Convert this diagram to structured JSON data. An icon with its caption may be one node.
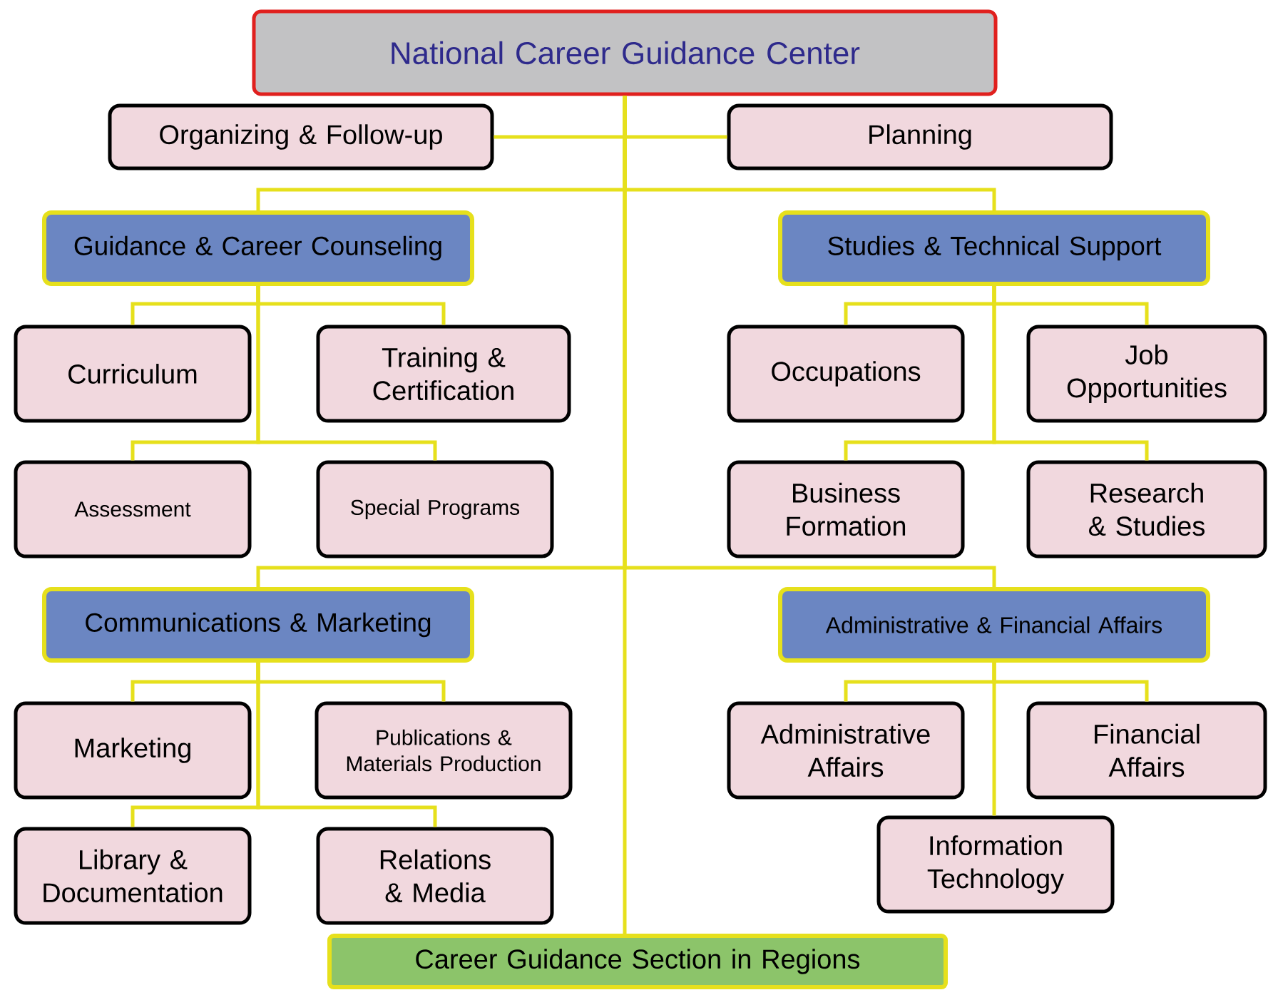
{
  "diagram": {
    "nodes": [
      {
        "text": [
          "National Career Guidance Center"
        ]
      },
      {
        "text": [
          "Organizing & Follow-up"
        ]
      },
      {
        "text": [
          "Planning"
        ]
      },
      {
        "text": [
          "Guidance & Career Counseling"
        ]
      },
      {
        "text": [
          "Studies & Technical Support"
        ]
      },
      {
        "text": [
          "Curriculum"
        ]
      },
      {
        "text": [
          "Training & Certification"
        ]
      },
      {
        "text": [
          "Assessment"
        ]
      },
      {
        "text": [
          "Special Programs"
        ]
      },
      {
        "text": [
          "Occupations"
        ]
      },
      {
        "text": [
          "Job Opportunities"
        ]
      },
      {
        "text": [
          "Business Formation"
        ]
      },
      {
        "text": [
          "Research & Studies"
        ]
      },
      {
        "text": [
          "Communications & Marketing"
        ]
      },
      {
        "text": [
          "Administrative & Financial Affairs"
        ]
      },
      {
        "text": [
          "Marketing"
        ]
      },
      {
        "text": [
          "Publications & Materials Production"
        ]
      },
      {
        "text": [
          "Library & Documentation"
        ]
      },
      {
        "text": [
          "Relations & Media"
        ]
      },
      {
        "text": [
          "Administrative Affairs"
        ]
      },
      {
        "text": [
          "Financial Affairs"
        ]
      },
      {
        "text": [
          "Information Technology"
        ]
      },
      {
        "text": [
          "Career Guidance Section in Regions"
        ]
      }
    ],
    "edges": [
      {
        "from": 0,
        "to": 1,
        "arrow": "none"
      },
      {
        "from": 0,
        "to": 2,
        "arrow": "none"
      },
      {
        "from": 0,
        "to": 3,
        "arrow": "none"
      },
      {
        "from": 0,
        "to": 4,
        "arrow": "none"
      },
      {
        "from": 0,
        "to": 13,
        "arrow": "none"
      },
      {
        "from": 0,
        "to": 14,
        "arrow": "none"
      },
      {
        "from": 0,
        "to": 22,
        "arrow": "none"
      },
      {
        "from": 3,
        "to": 5,
        "arrow": "none"
      },
      {
        "from": 3,
        "to": 6,
        "arrow": "none"
      },
      {
        "from": 3,
        "to": 7,
        "arrow": "none"
      },
      {
        "from": 3,
        "to": 8,
        "arrow": "none"
      },
      {
        "from": 4,
        "to": 9,
        "arrow": "none"
      },
      {
        "from": 4,
        "to": 10,
        "arrow": "none"
      },
      {
        "from": 4,
        "to": 11,
        "arrow": "none"
      },
      {
        "from": 4,
        "to": 12,
        "arrow": "none"
      },
      {
        "from": 13,
        "to": 15,
        "arrow": "none"
      },
      {
        "from": 13,
        "to": 16,
        "arrow": "none"
      },
      {
        "from": 13,
        "to": 17,
        "arrow": "none"
      },
      {
        "from": 13,
        "to": 18,
        "arrow": "none"
      },
      {
        "from": 14,
        "to": 19,
        "arrow": "none"
      },
      {
        "from": 14,
        "to": 20,
        "arrow": "none"
      },
      {
        "from": 14,
        "to": 21,
        "arrow": "none"
      }
    ]
  }
}
